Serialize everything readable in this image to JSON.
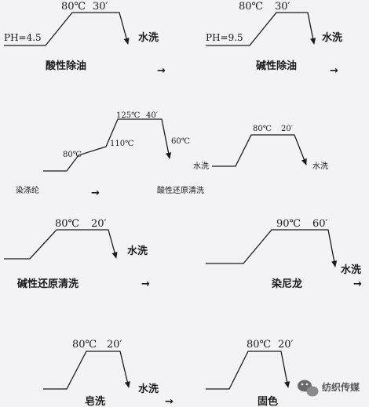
{
  "panels": {
    "p1": {
      "temp": "80℃",
      "time": "30′",
      "ph": "PH=4.5",
      "wash": "水洗",
      "label": "酸性除油",
      "arrow": "→"
    },
    "p2": {
      "temp": "80℃",
      "time": "30′",
      "ph": "PH=9.5",
      "wash": "水洗",
      "label": "碱性除油",
      "arrow": "→"
    },
    "p3": {
      "temp_start": "80℃",
      "temp_mid": "110℃",
      "temp_peak": "125℃",
      "time": "40′",
      "temp_end": "60℃",
      "label": "染涤纶",
      "arrow": "→"
    },
    "p4": {
      "temp": "80℃",
      "time": "20′",
      "wash_left": "水洗",
      "wash_right": "水洗",
      "label": "酸性还原清洗"
    },
    "p5": {
      "temp": "80℃",
      "time": "20′",
      "wash": "水洗",
      "label": "碱性还原清洗",
      "arrow": "→"
    },
    "p6": {
      "temp": "90℃",
      "time": "60′",
      "wash": "水洗",
      "label": "染尼龙",
      "arrow": "→"
    },
    "p7": {
      "temp": "80℃",
      "time": "20′",
      "wash": "水洗",
      "label": "皂洗",
      "arrow": "→"
    },
    "p8": {
      "temp": "80℃",
      "time": "20′",
      "label": "固色"
    }
  },
  "watermark": {
    "text": "纺织传媒",
    "icon": "wechat-icon"
  }
}
